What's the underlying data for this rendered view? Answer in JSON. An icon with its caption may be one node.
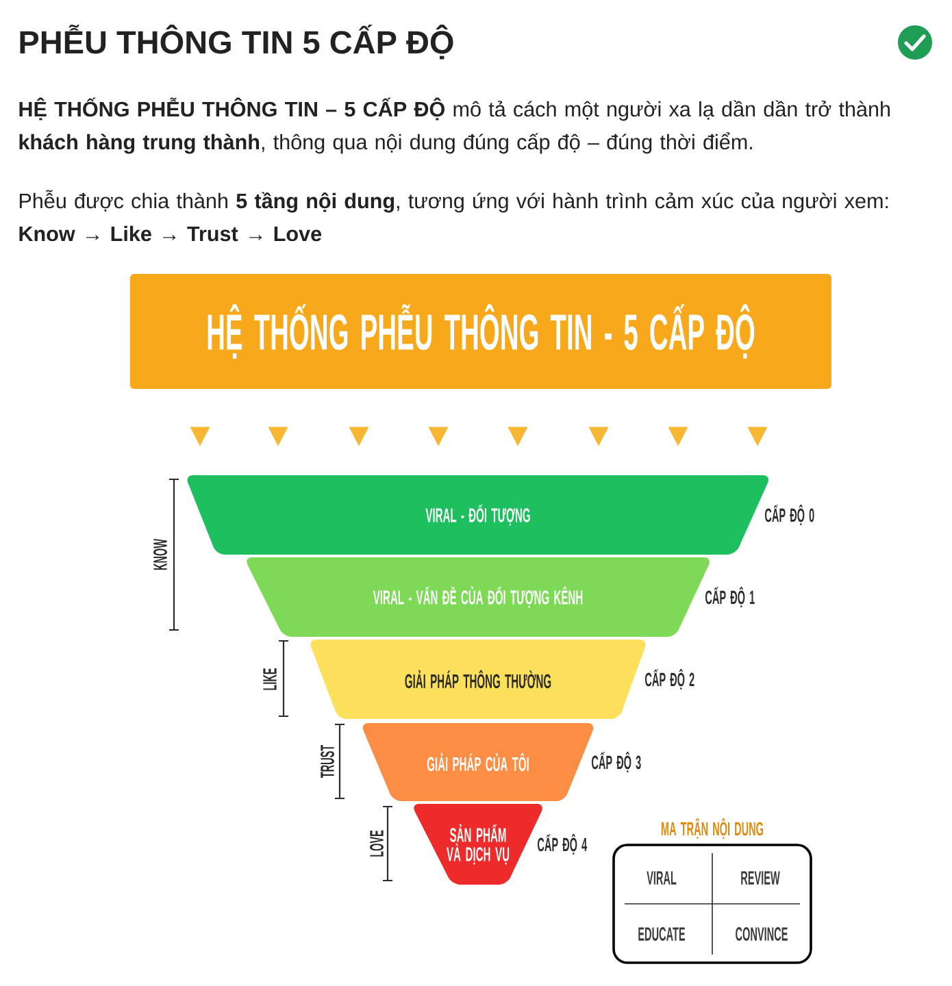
{
  "diagram": {
    "title": "PHỄU THÔNG TIN 5 CẤP ĐỘ",
    "nodes": [
      {
        "text": [
          "HỆ THỐNG PHỄU THÔNG TIN - 5 CẤP ĐỘ"
        ]
      },
      {
        "text": [
          "VIRAL - ĐỐI TƯỢNG"
        ],
        "beside": [
          "CẤP ĐỘ 0"
        ]
      },
      {
        "text": [
          "VIRAL - VẤN ĐỀ CỦA ĐỐI TƯỢNG KÊNH"
        ],
        "beside": [
          "CẤP ĐỘ 1"
        ]
      },
      {
        "text": [
          "GIẢI PHÁP THÔNG THƯỜNG"
        ],
        "beside": [
          "CẤP ĐỘ 2"
        ]
      },
      {
        "text": [
          "GIẢI PHÁP CỦA TÔI"
        ],
        "beside": [
          "CẤP ĐỘ 3"
        ]
      },
      {
        "text": [
          "SẢN PHẨM VÀ DỊCH VỤ"
        ],
        "beside": [
          "CẤP ĐỘ 4"
        ]
      },
      {
        "text": [
          "MA TRẬN NỘI DUNG",
          "VIRAL",
          "REVIEW",
          "EDUCATE",
          "CONVINCE"
        ]
      }
    ],
    "edges": [
      {
        "from": 0,
        "to": 1,
        "arrow": "to"
      },
      {
        "from": 0,
        "to": 1,
        "arrow": "to"
      },
      {
        "from": 0,
        "to": 1,
        "arrow": "to"
      },
      {
        "from": 0,
        "to": 1,
        "arrow": "to"
      },
      {
        "from": 0,
        "to": 1,
        "arrow": "to"
      },
      {
        "from": 0,
        "to": 1,
        "arrow": "to"
      },
      {
        "from": 0,
        "to": 1,
        "arrow": "to"
      },
      {
        "from": 0,
        "to": 1,
        "arrow": "to"
      }
    ],
    "labels": [
      "**HỆ THỐNG PHỄU THÔNG TIN – 5 CẤP ĐỘ** mô tả cách một người xa lạ dần dần trở thành **khách hàng trung thành**, thông qua nội dung đúng cấp độ – đúng thời điểm.",
      "Phễu được chia thành **5 tầng nội dung**, tương ứng với hành trình cảm xúc của người xem:",
      "Know → Like → Trust → Love",
      "KNOW",
      "LIKE",
      "TRUST",
      "LOVE"
    ]
  }
}
